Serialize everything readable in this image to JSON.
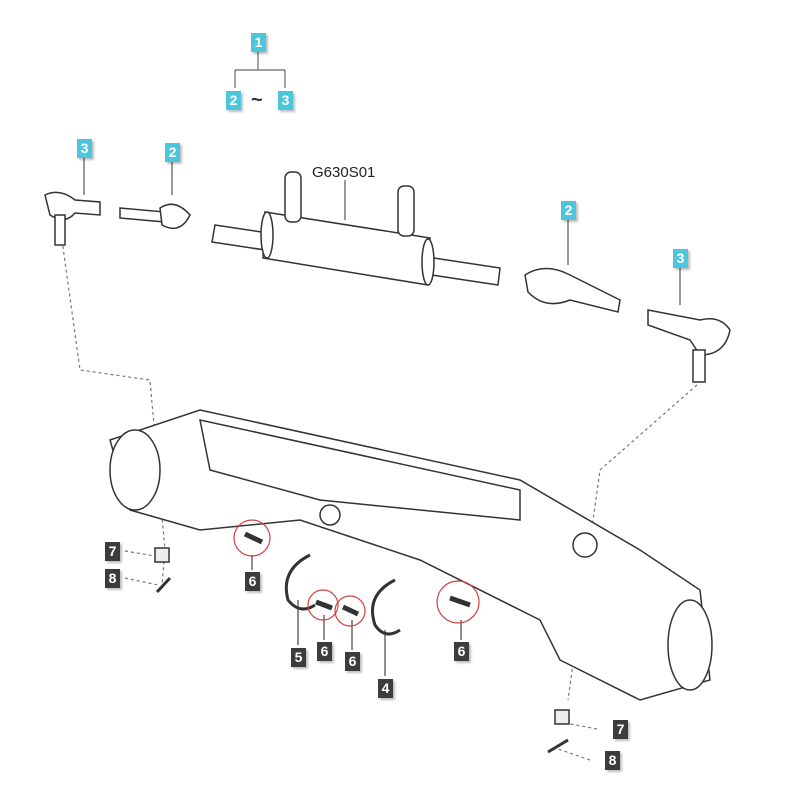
{
  "legend": {
    "top": "1",
    "left": "2",
    "tilde": "~",
    "right": "3"
  },
  "drawing_code": "G630S01",
  "callouts": [
    {
      "id": "3",
      "style": "cyan"
    },
    {
      "id": "2",
      "style": "cyan"
    },
    {
      "id": "2",
      "style": "cyan"
    },
    {
      "id": "3",
      "style": "cyan"
    },
    {
      "id": "7",
      "style": "dark"
    },
    {
      "id": "8",
      "style": "dark"
    },
    {
      "id": "6",
      "style": "dark"
    },
    {
      "id": "5",
      "style": "dark"
    },
    {
      "id": "6",
      "style": "dark"
    },
    {
      "id": "6",
      "style": "dark"
    },
    {
      "id": "4",
      "style": "dark"
    },
    {
      "id": "6",
      "style": "dark"
    },
    {
      "id": "7",
      "style": "dark"
    },
    {
      "id": "8",
      "style": "dark"
    }
  ],
  "colors": {
    "cyan": "#4cc6dc",
    "dark": "#3c3c3c",
    "highlight": "#d04040"
  }
}
